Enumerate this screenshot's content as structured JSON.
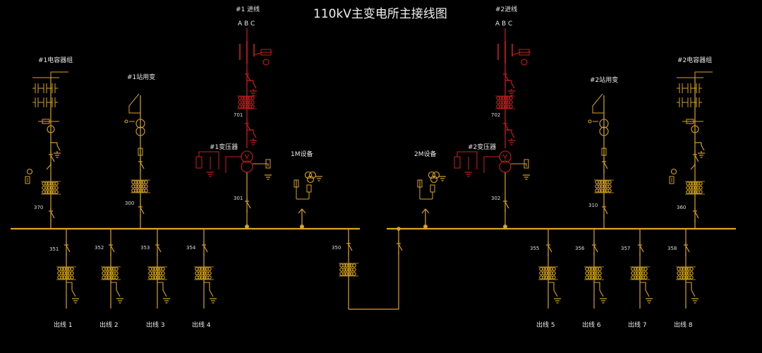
{
  "title": "110kV主变电所主接线图",
  "colors": {
    "background": "#000000",
    "low_voltage": "#d9a520",
    "high_voltage": "#cc1e1e",
    "text": "#e8e8e8"
  },
  "incoming": [
    {
      "label": "#1 进线",
      "phases": "A B C",
      "breaker": "701"
    },
    {
      "label": "#2进线",
      "phases": "A B C",
      "breaker": "702"
    }
  ],
  "transformers": [
    {
      "label": "#1变压器",
      "breaker": "301"
    },
    {
      "label": "#2变压器",
      "breaker": "302"
    }
  ],
  "capacitors": [
    {
      "label": "#1电容器组",
      "breaker": "370"
    },
    {
      "label": "#2电容器组",
      "breaker": "360"
    }
  ],
  "station_transformers": [
    {
      "label": "#1站用变",
      "breaker": "300"
    },
    {
      "label": "#2站用变",
      "breaker": "310"
    }
  ],
  "bus_equipment": [
    {
      "label": "1M设备"
    },
    {
      "label": "2M设备"
    }
  ],
  "tie_breaker": "350",
  "feeders": [
    {
      "code": "351",
      "label": "出线 1"
    },
    {
      "code": "352",
      "label": "出线 2"
    },
    {
      "code": "353",
      "label": "出线 3"
    },
    {
      "code": "354",
      "label": "出线 4"
    },
    {
      "code": "355",
      "label": "出线 5"
    },
    {
      "code": "356",
      "label": "出线 6"
    },
    {
      "code": "357",
      "label": "出线 7"
    },
    {
      "code": "358",
      "label": "出线 8"
    }
  ]
}
